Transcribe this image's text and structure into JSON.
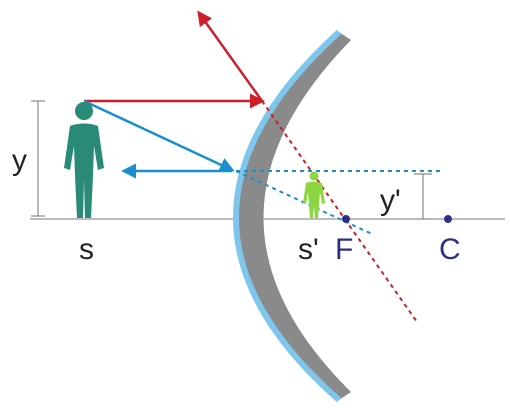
{
  "labels": {
    "object_height": "y",
    "object_distance": "s",
    "image_distance": "s'",
    "focal_point": "F",
    "center_of_curvature": "C",
    "image_height": "y'"
  },
  "colors": {
    "red_ray": "#cc1f2a",
    "blue_ray": "#1a8fd0",
    "mirror_gray": "#8a8a8a",
    "mirror_coating": "#7fc6ec",
    "object_figure": "#2a8a78",
    "image_figure": "#8cd640",
    "point_marker": "#2b2f86",
    "text": "#222222",
    "axis": "#777777",
    "dimension_lines": "#8a8a8a"
  }
}
